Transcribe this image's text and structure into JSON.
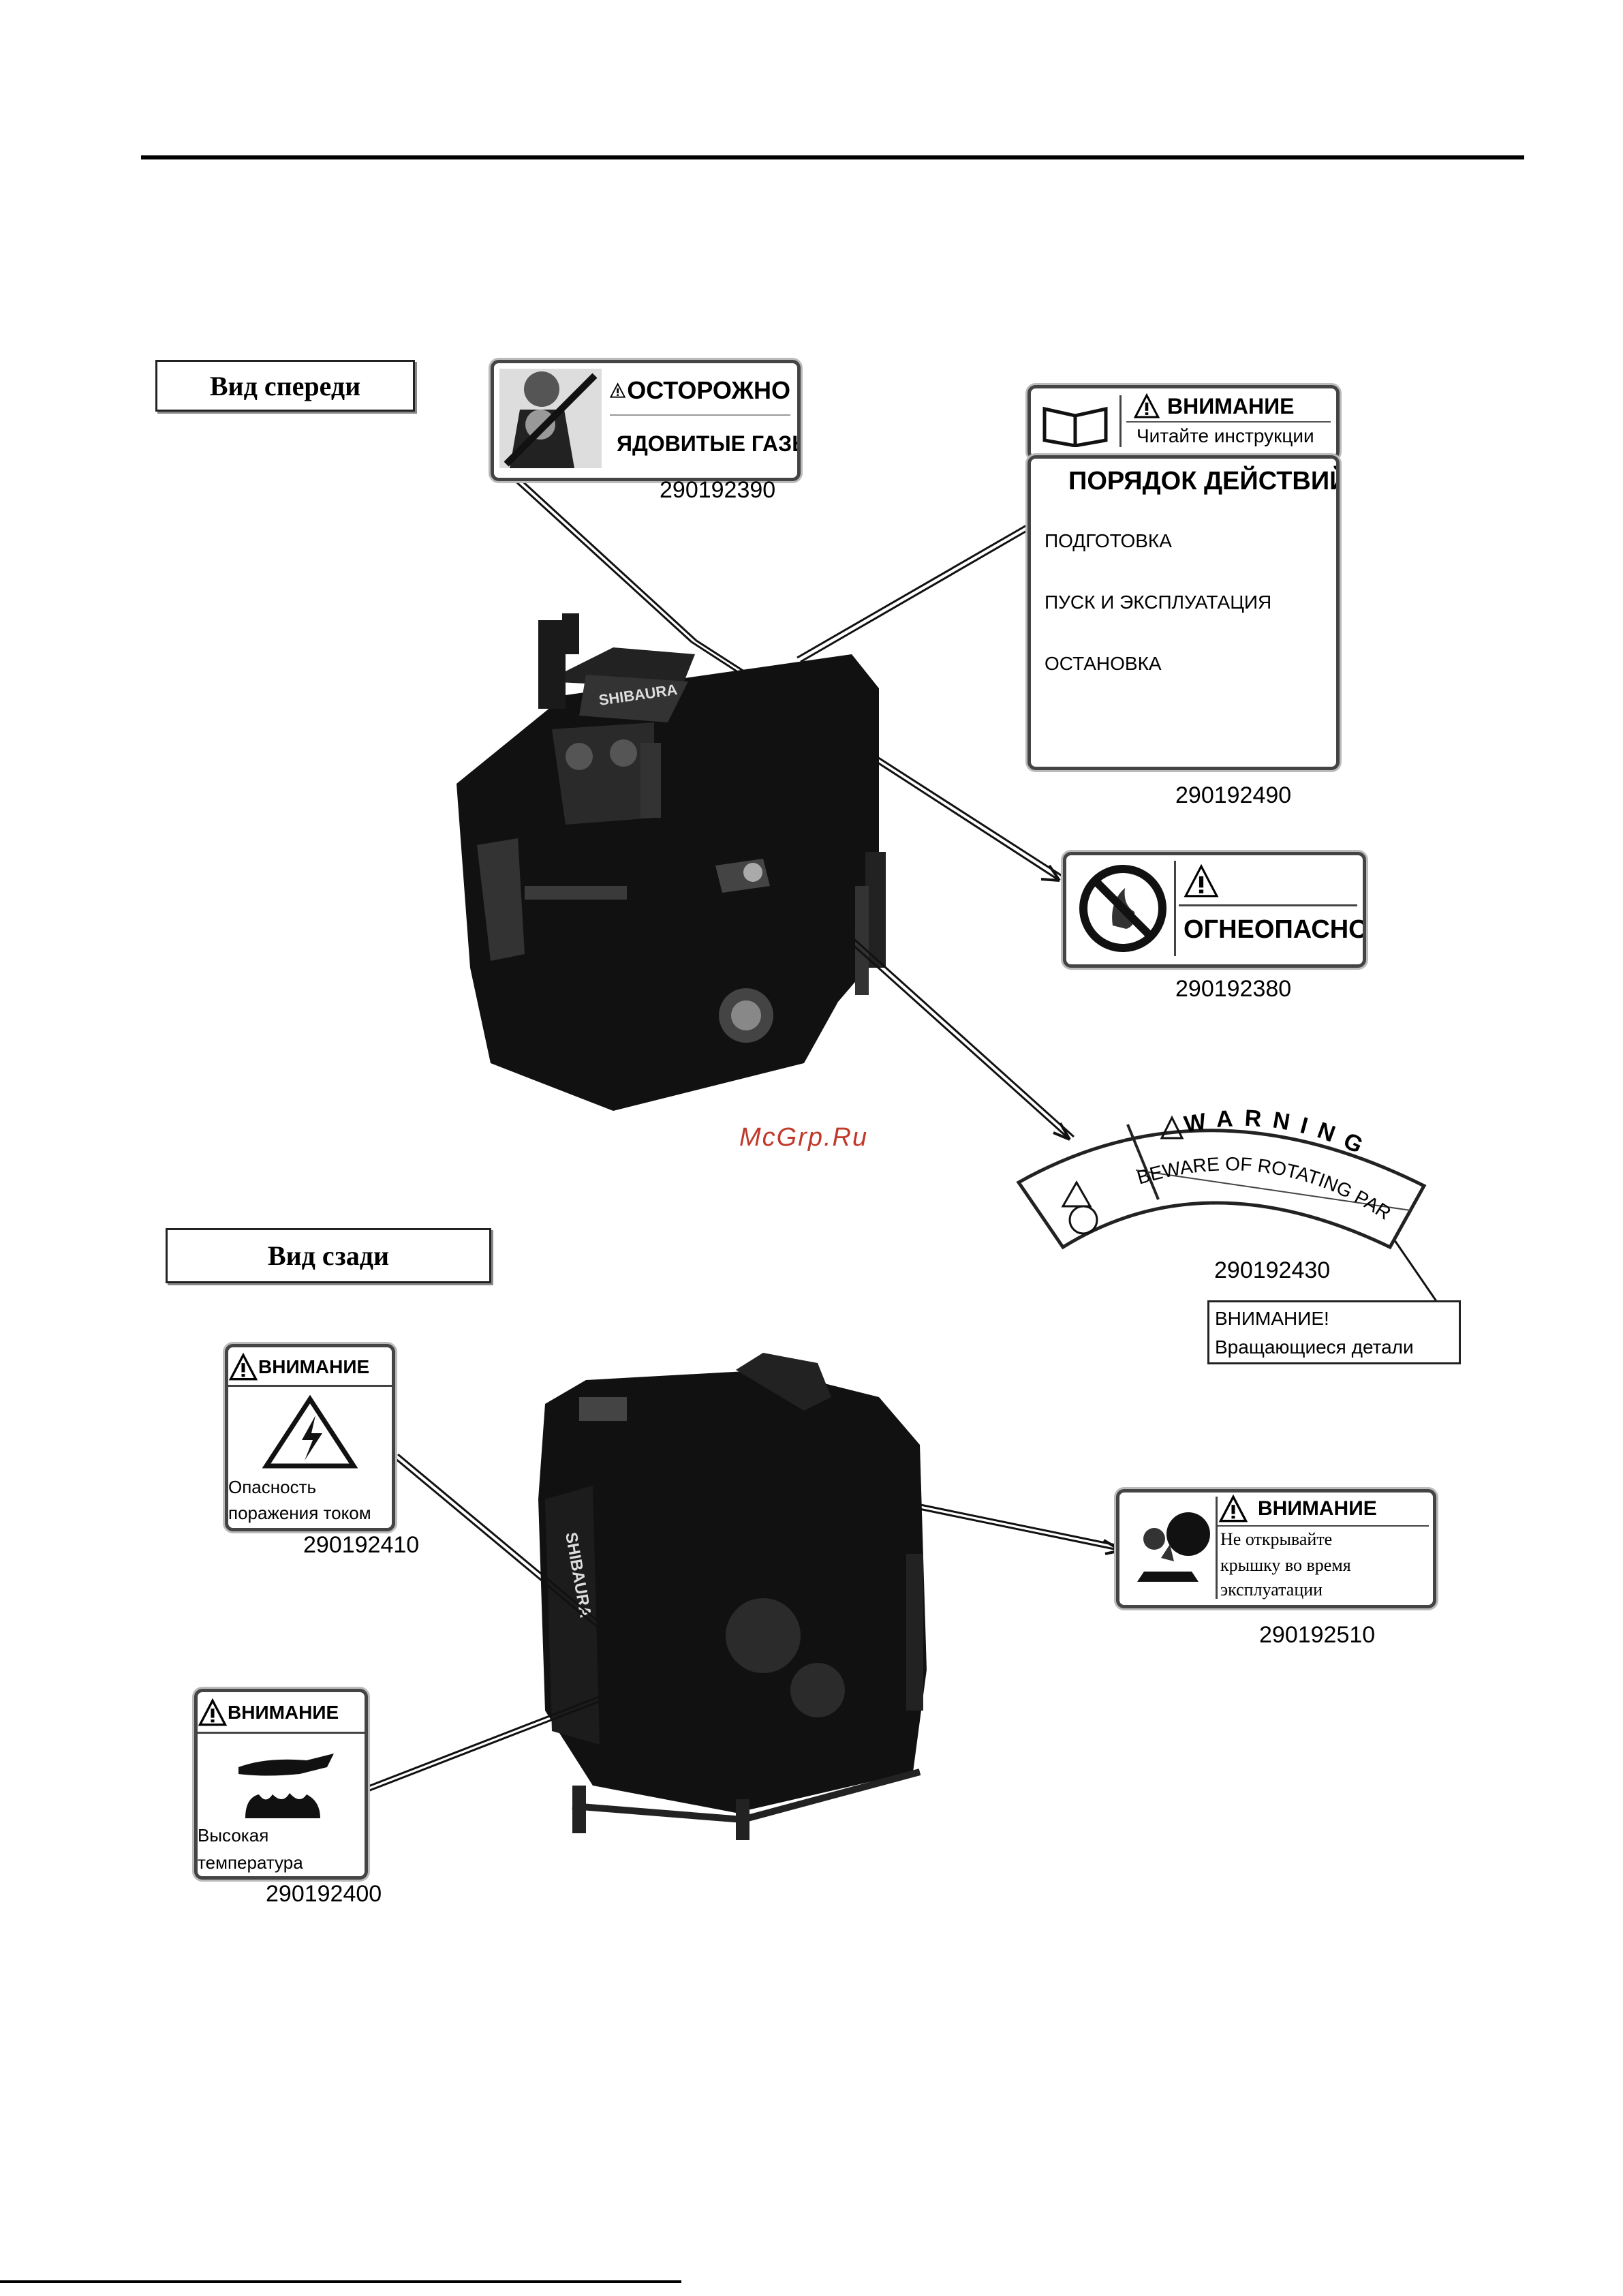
{
  "front_view": {
    "label": "Вид спереди",
    "stickers": {
      "gas": {
        "warning": "ОСТОРОЖНО",
        "text": "ЯДОВИТЫЕ ГАЗЫ",
        "part": "290192390"
      },
      "procedure": {
        "warning": "ВНИМАНИЕ",
        "read": "Читайте инструкции",
        "title": "ПОРЯДОК ДЕЙСТВИЙ",
        "step1": "ПОДГОТОВКА",
        "step2": "ПУСК И ЭКСПЛУАТАЦИЯ",
        "step3": "ОСТАНОВКА",
        "part": "290192490"
      },
      "fire": {
        "text": "ОГНЕОПАСНО",
        "part": "290192380"
      },
      "rotating": {
        "warning": "WARNING",
        "text": "BEWARE OF ROTATING PART",
        "part": "290192430",
        "ru_line1": "ВНИМАНИЕ!",
        "ru_line2": "Вращающиеся детали"
      }
    },
    "engine_brand": "SHIBAURA"
  },
  "rear_view": {
    "label": "Вид сзади",
    "stickers": {
      "electric": {
        "warning": "ВНИМАНИЕ",
        "line1": "Опасность",
        "line2": "поражения током",
        "part": "290192410"
      },
      "cover": {
        "warning": "ВНИМАНИЕ",
        "line1": "Не открывайте",
        "line2": "крышку во время",
        "line3": "эксплуатации",
        "part": "290192510"
      },
      "hot": {
        "warning": "ВНИМАНИЕ",
        "line1": "Высокая",
        "line2": "температура",
        "part": "290192400"
      }
    },
    "engine_brand": "SHIBAURA"
  },
  "watermark": "McGrp.Ru"
}
